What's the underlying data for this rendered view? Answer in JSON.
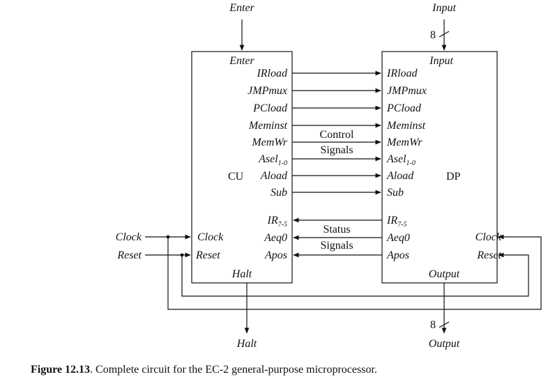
{
  "external": {
    "enter": "Enter",
    "input": "Input",
    "input_width": "8",
    "clock": "Clock",
    "reset": "Reset",
    "halt": "Halt",
    "output": "Output",
    "output_width": "8"
  },
  "cu": {
    "name": "CU",
    "enter": "Enter",
    "clock": "Clock",
    "reset": "Reset",
    "halt": "Halt",
    "control_ports": [
      "IRload",
      "JMPmux",
      "PCload",
      "Meminst",
      "MemWr",
      "Asel",
      "Aload",
      "Sub"
    ],
    "status_ports": [
      "IR",
      "Aeq0",
      "Apos"
    ]
  },
  "dp": {
    "name": "DP",
    "input": "Input",
    "clock": "Clock",
    "reset": "Reset",
    "output": "Output",
    "control_ports": [
      "IRload",
      "JMPmux",
      "PCload",
      "Meminst",
      "MemWr",
      "Asel",
      "Aload",
      "Sub"
    ],
    "status_ports": [
      "IR",
      "Aeq0",
      "Apos"
    ]
  },
  "subscripts": {
    "asel": "1-0",
    "ir": "7-5"
  },
  "signal_groups": {
    "control_line1": "Control",
    "control_line2": "Signals",
    "status_line1": "Status",
    "status_line2": "Signals"
  },
  "caption": {
    "label": "Figure 12.13",
    "text": ". Complete circuit for the EC-2 general-purpose microprocessor."
  }
}
